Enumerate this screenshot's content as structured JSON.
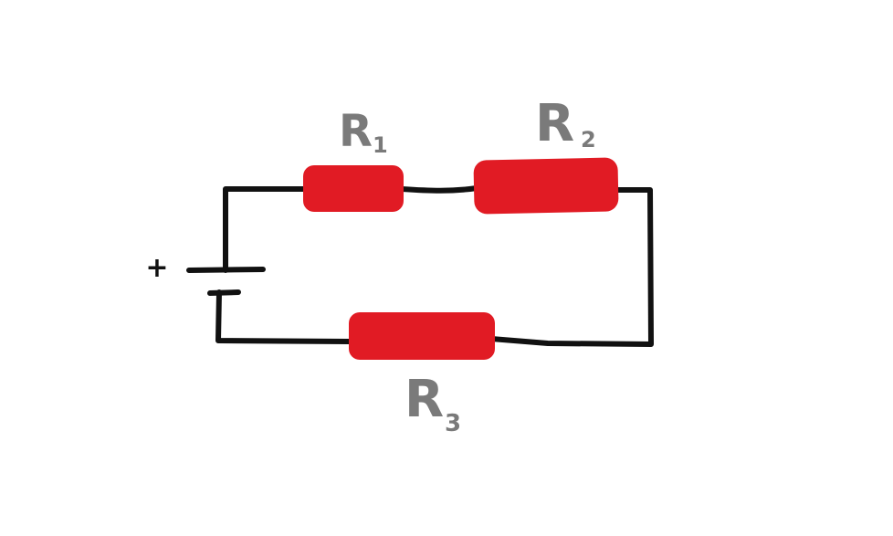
{
  "diagram": {
    "battery": {
      "polarity_label": "+"
    },
    "resistors": [
      {
        "letter": "R",
        "subscript": "1"
      },
      {
        "letter": "R",
        "subscript": "2"
      },
      {
        "letter": "R",
        "subscript": "3"
      }
    ]
  },
  "colors": {
    "background": "#ffffff",
    "wire": "#111111",
    "resistor": "#e11b24",
    "label": "#7a7a7a"
  }
}
